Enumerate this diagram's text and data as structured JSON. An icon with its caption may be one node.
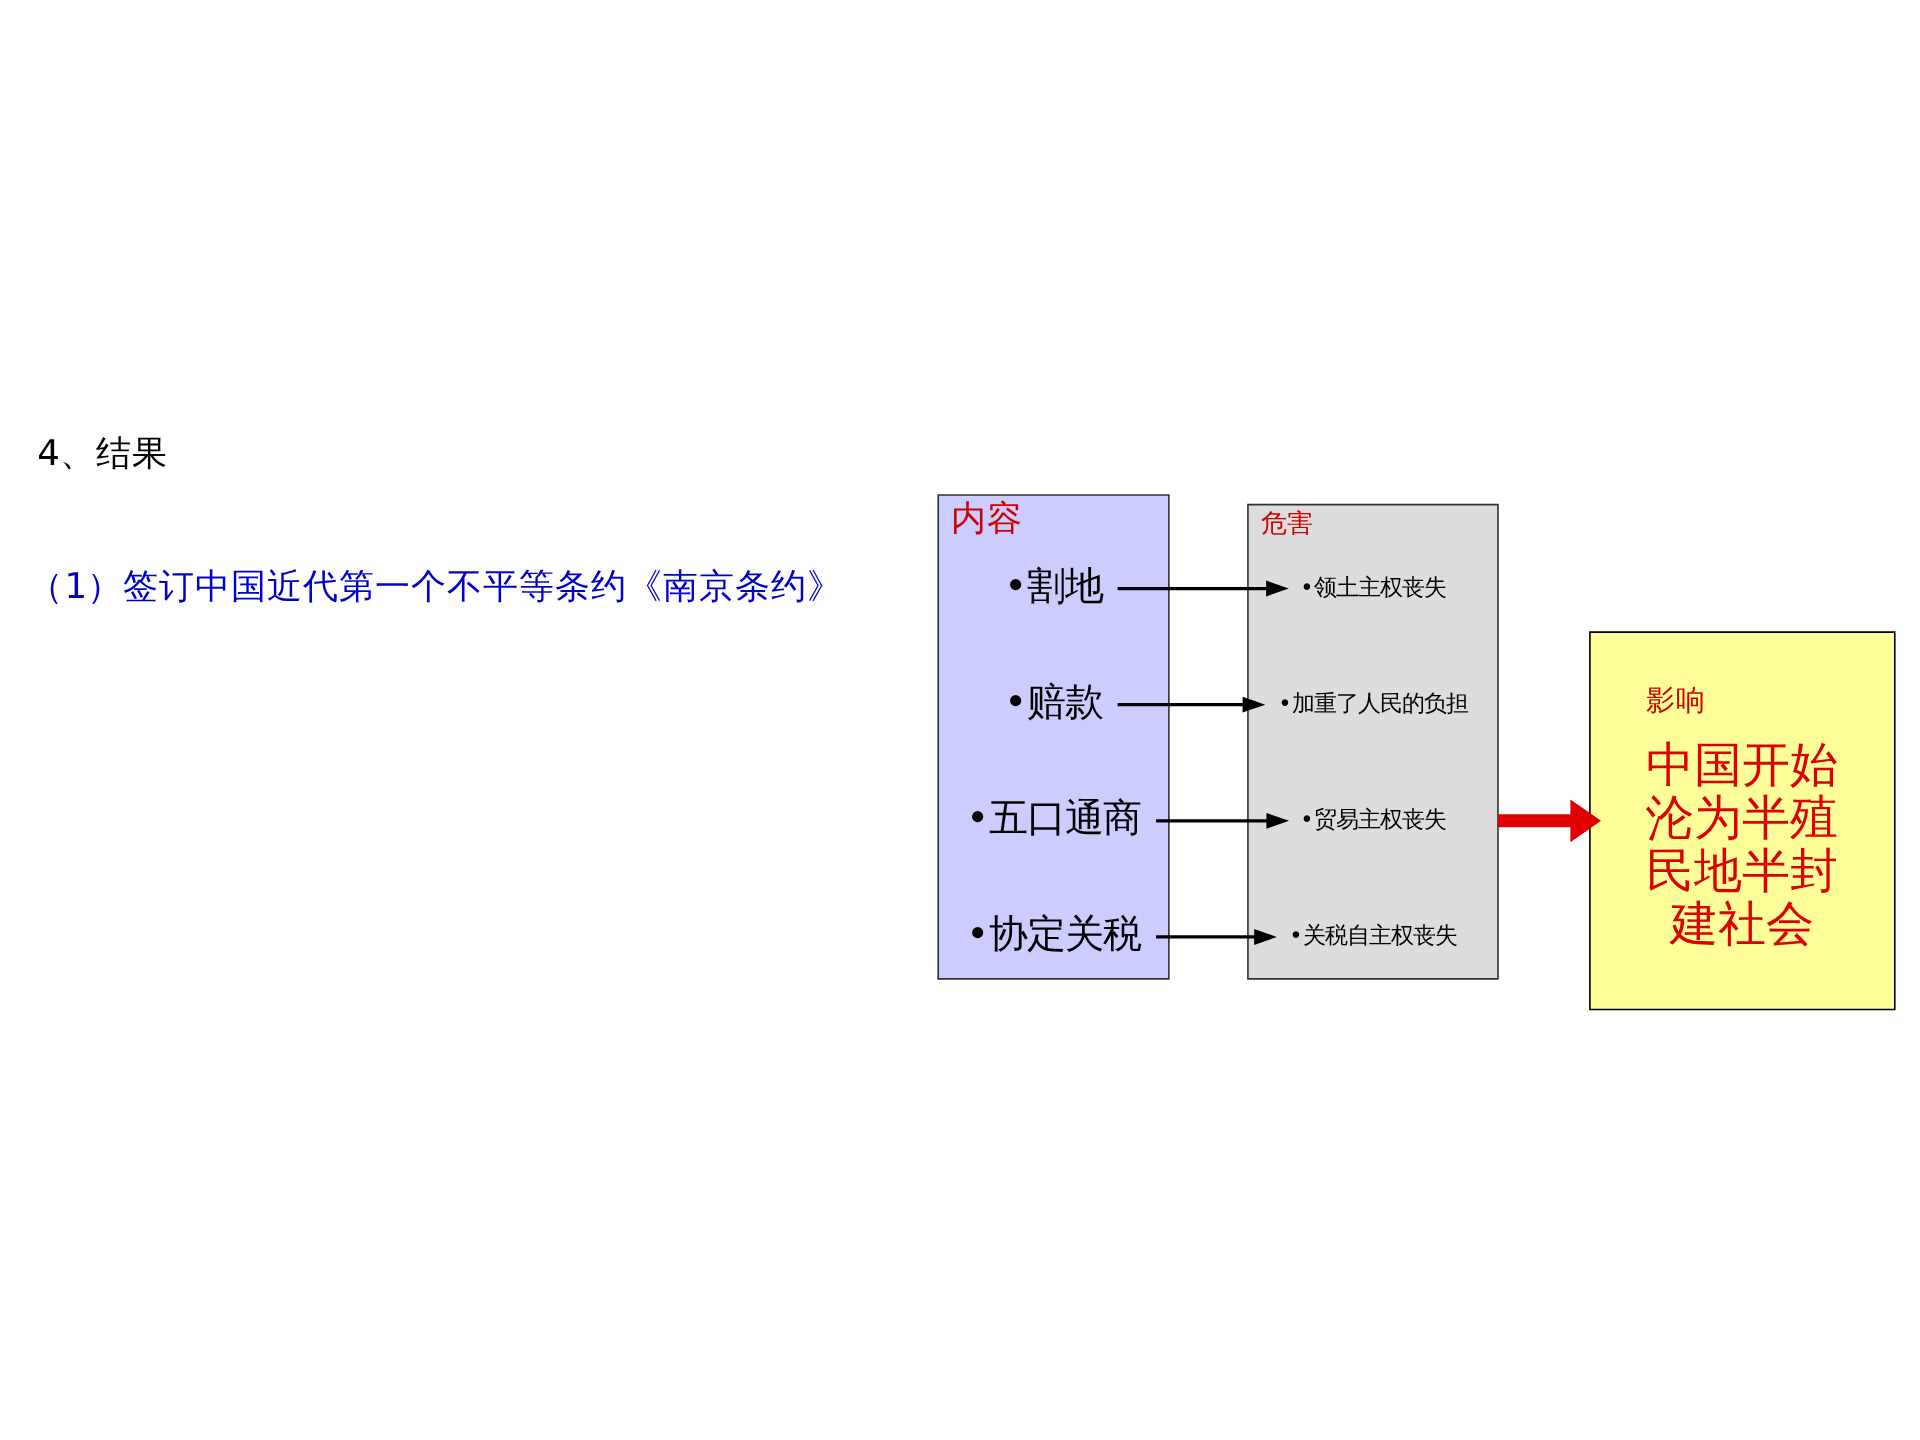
{
  "diagram": {
    "title": "4、结果",
    "nodes": [
      {
        "text": [
          "内容"
        ]
      },
      {
        "text": [
          "•割地"
        ],
        "in": 0
      },
      {
        "text": [
          "•赔款"
        ],
        "in": 0
      },
      {
        "text": [
          "•五口通商"
        ],
        "in": 0
      },
      {
        "text": [
          "•协定关税"
        ],
        "in": 0
      },
      {
        "text": [
          "危害"
        ]
      },
      {
        "text": [
          "•领土主权丧失"
        ],
        "in": 5
      },
      {
        "text": [
          "•加重了人民的负担"
        ],
        "in": 5
      },
      {
        "text": [
          "•贸易主权丧失"
        ],
        "in": 5
      },
      {
        "text": [
          "•关税自主权丧失"
        ],
        "in": 5
      },
      {
        "text": [
          "影响",
          "中国开始沦为半殖民地半封建社会"
        ]
      }
    ],
    "edges": [
      {
        "from": 1,
        "to": 6,
        "arrow": "to"
      },
      {
        "from": 2,
        "to": 7,
        "arrow": "to"
      },
      {
        "from": 3,
        "to": 8,
        "arrow": "to"
      },
      {
        "from": 4,
        "to": 9,
        "arrow": "to"
      },
      {
        "from": 5,
        "to": 10,
        "arrow": "to",
        "style": "thick",
        "color": "#e00000"
      }
    ],
    "labels": [
      "（1）签订中国近代第一个不平等条约《南京条约》"
    ]
  }
}
